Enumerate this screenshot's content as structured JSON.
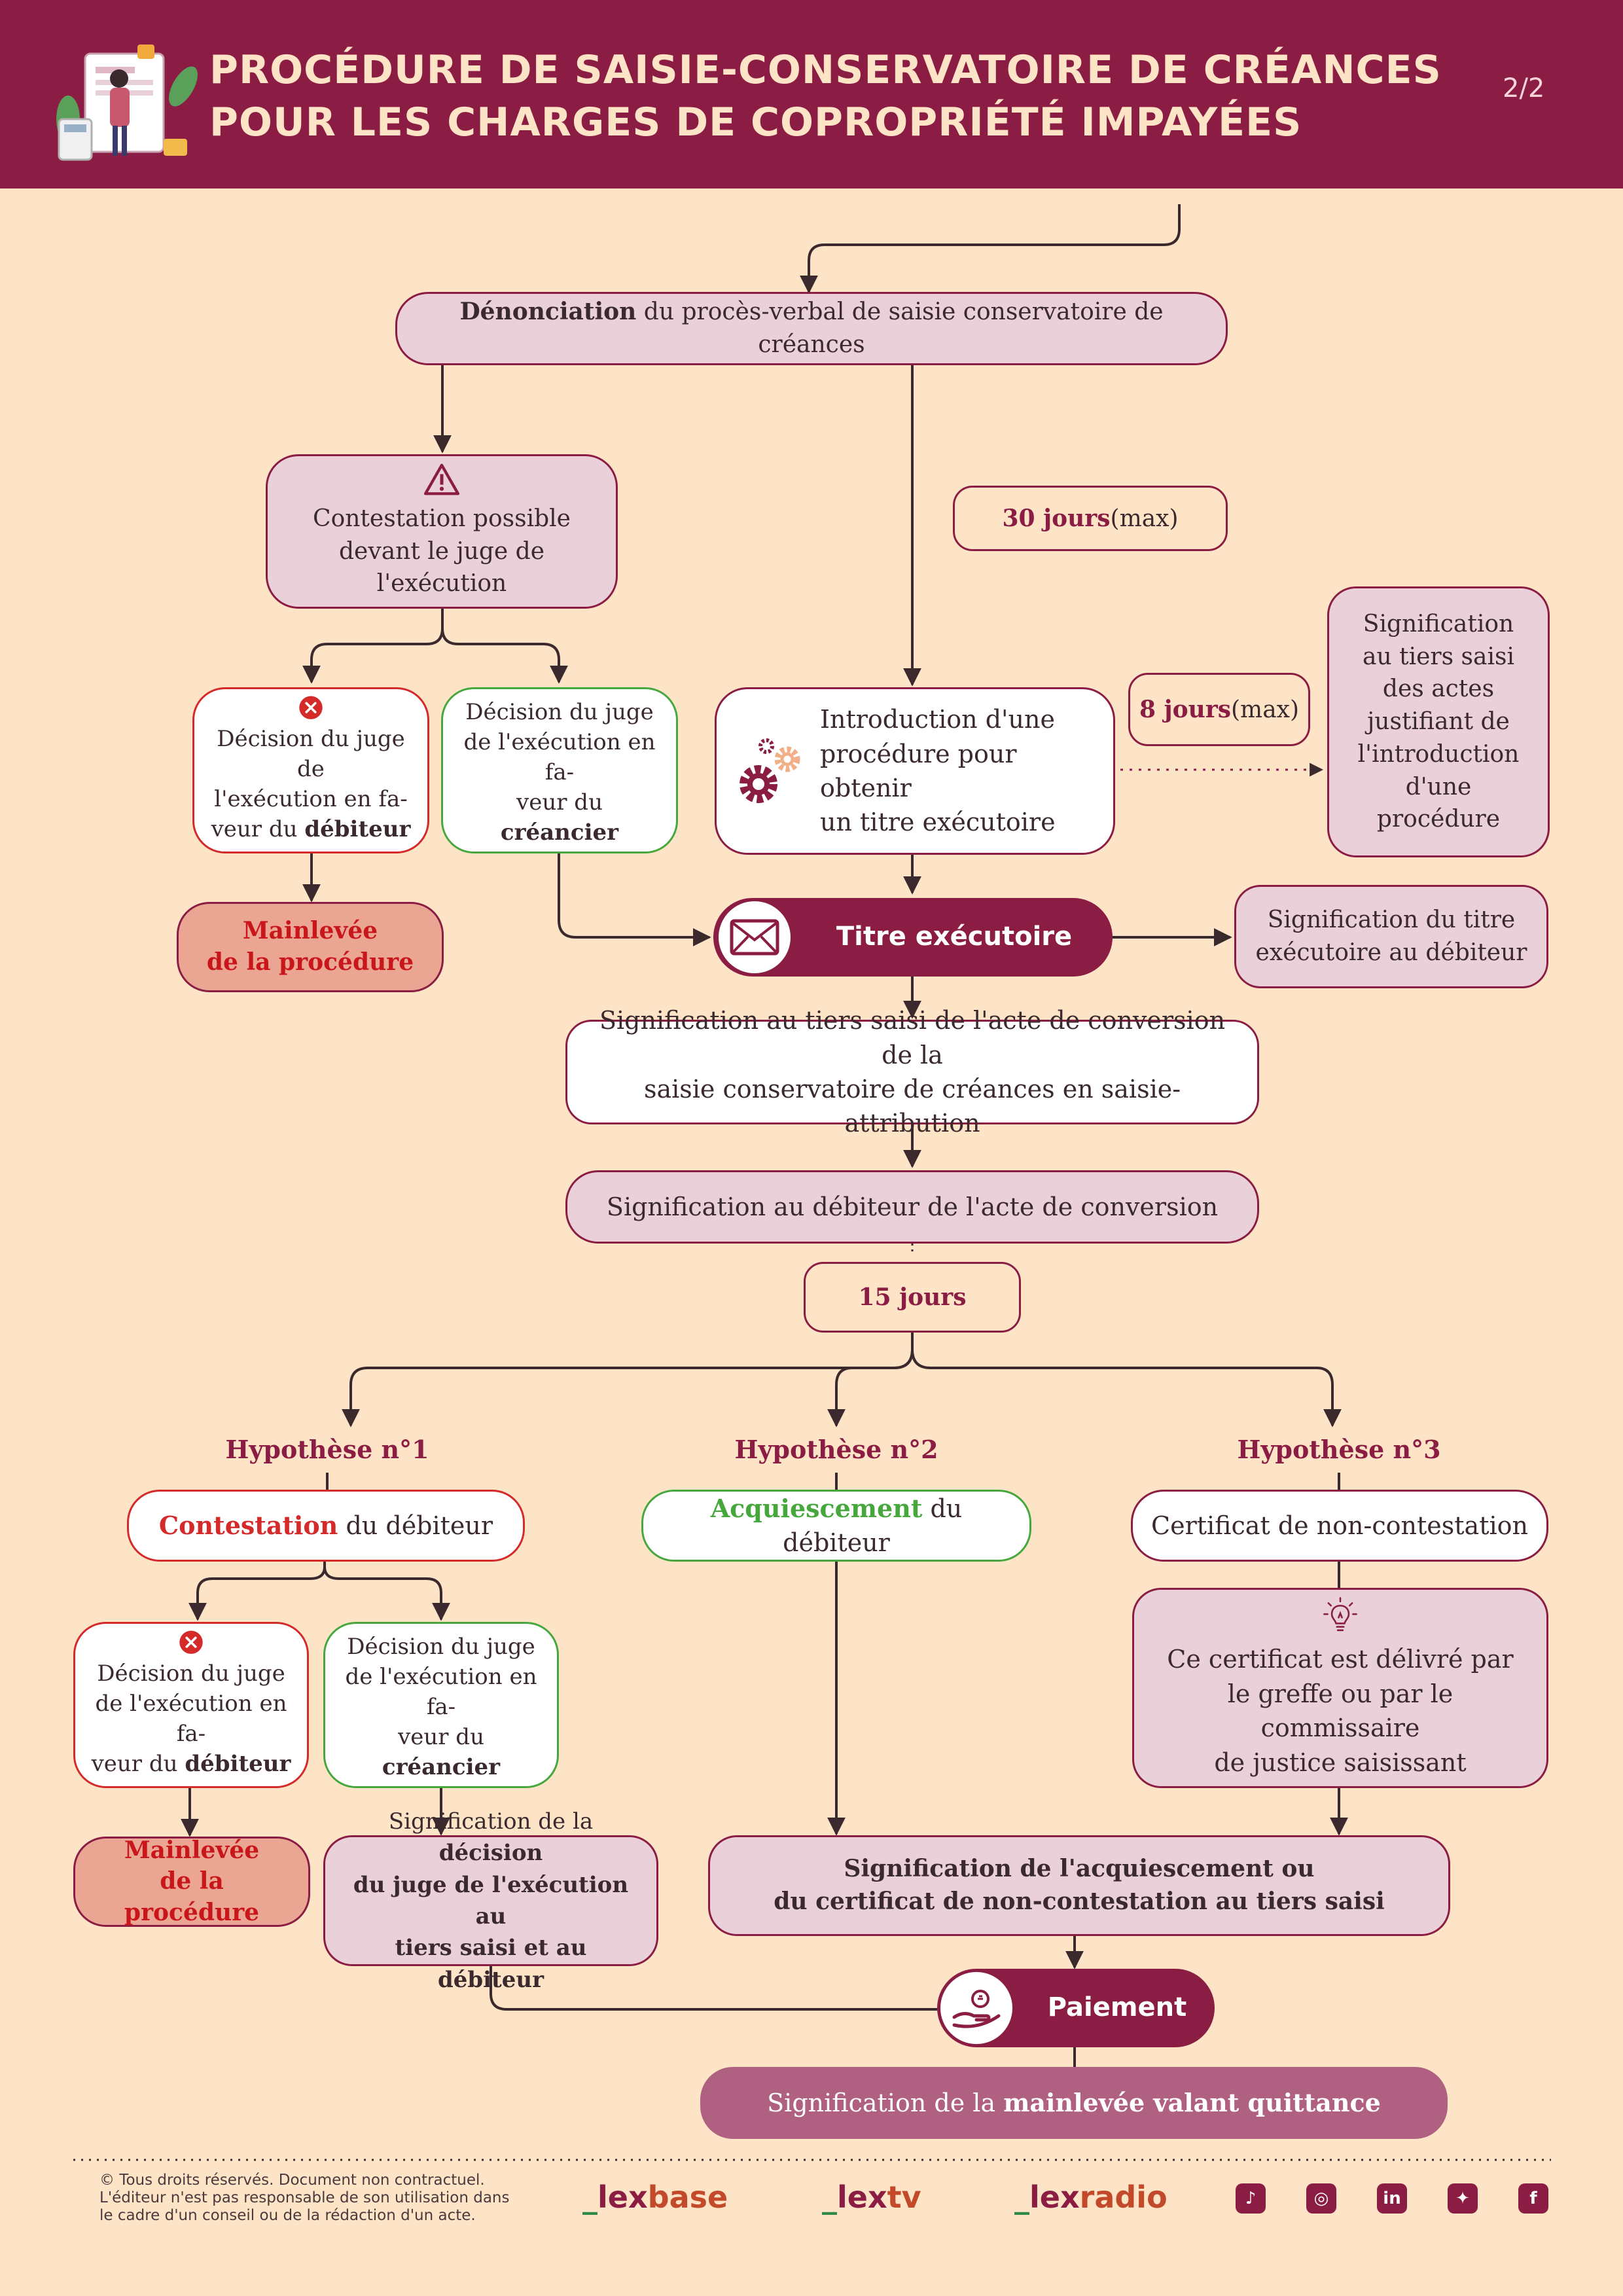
{
  "header": {
    "title_line1": "PROCÉDURE DE SAISIE-CONSERVATOIRE DE CRÉANCES",
    "title_line2": "POUR LES CHARGES DE COPROPRIÉTÉ IMPAYÉES",
    "page": "2/2"
  },
  "flow": {
    "denonciation": {
      "bold": "Dénonciation",
      "rest": " du procès-verbal de saisie conservatoire de créances"
    },
    "contestation": {
      "line1": "Contestation possible",
      "line2": "devant le juge de l'exécution"
    },
    "decision_debiteur_top": {
      "line1": "Décision du juge de",
      "line2": "l'exécution en fa-",
      "line3": "veur du ",
      "bold": "débiteur"
    },
    "decision_creancier_top": {
      "line1": "Décision du juge",
      "line2": "de l'exécution en fa-",
      "line3": "veur du ",
      "bold": "créancier"
    },
    "mainlevee_top": {
      "line1": "Mainlevée",
      "line2": "de la procédure"
    },
    "days_30": {
      "bold": "30 jours",
      "rest": " (max)"
    },
    "days_8": {
      "bold": "8 jours",
      "rest": " (max)"
    },
    "introduction": {
      "line1": "Introduction d'une",
      "line2": "procédure pour obtenir",
      "line3": "un titre exécutoire"
    },
    "signif_tiers_actes": {
      "line1": "Signification",
      "line2": "au tiers saisi",
      "line3": "des actes",
      "line4": "justifiant de",
      "line5": "l'introduction",
      "line6": "d'une",
      "line7": "procédure"
    },
    "titre_executoire": "Titre exécutoire",
    "signif_titre": {
      "line1": "Signification du titre",
      "line2": "exécutoire au débiteur"
    },
    "signif_conversion_tiers": {
      "line1": "Signification au tiers saisi de l'acte de conversion de la",
      "line2": "saisie conservatoire de créances en saisie-attribution"
    },
    "signif_conversion_debiteur": "Signification au débiteur de l'acte de conversion",
    "days_15": "15 jours",
    "hyp1": "Hypothèse n°1",
    "hyp2": "Hypothèse n°2",
    "hyp3": "Hypothèse n°3",
    "contestation_debiteur": {
      "colored": "Contestation",
      "rest": " du débiteur"
    },
    "acquiescement_debiteur": {
      "colored": "Acquiescement",
      "rest": " du débiteur"
    },
    "certificat": "Certificat de non-contestation",
    "decision_debiteur_bottom": {
      "line1": "Décision du juge",
      "line2": "de l'exécution en fa-",
      "line3": "veur du ",
      "bold": "débiteur"
    },
    "decision_creancier_bottom": {
      "line1": "Décision du juge",
      "line2": "de l'exécution en fa-",
      "line3": "veur du ",
      "bold": "créancier"
    },
    "certificat_info": {
      "line1": "Ce certificat est délivré par",
      "line2": "le greffe ou par le commissaire",
      "line3": "de justice saisissant"
    },
    "mainlevee_bottom": {
      "line1": "Mainlevée",
      "line2": "de la procédure"
    },
    "signif_decision": {
      "line1_plain": "Signification de la ",
      "line1_bold": "décision",
      "line2": "du juge de l'exécution au",
      "line3": "tiers saisi et au débiteur"
    },
    "signif_acquiescement": {
      "line1": "Signification de l'acquiescement ou",
      "line2": "du certificat de non-contestation au tiers saisi"
    },
    "paiement": "Paiement",
    "mainlevee_quittance": {
      "plain": "Signification de la ",
      "bold": "mainlevée valant quittance"
    }
  },
  "footer": {
    "legal_line1": "© Tous droits réservés. Document non contractuel.",
    "legal_line2": "L'éditeur n'est pas responsable de son utilisation dans",
    "legal_line3": "le cadre d'un conseil ou de la rédaction d'un acte.",
    "brands": [
      {
        "lex": "lex",
        "suffix": "base"
      },
      {
        "lex": "lex",
        "suffix": "tv"
      },
      {
        "lex": "lex",
        "suffix": "radio"
      }
    ],
    "social": [
      {
        "name": "tiktok-icon",
        "glyph": "♪"
      },
      {
        "name": "instagram-icon",
        "glyph": "◎"
      },
      {
        "name": "linkedin-icon",
        "glyph": "in"
      },
      {
        "name": "twitter-icon",
        "glyph": "✦"
      },
      {
        "name": "facebook-icon",
        "glyph": "f"
      }
    ]
  },
  "colors": {
    "brand": "#8b1c43",
    "background": "#fde4c7",
    "pink_box": "#ead0d8",
    "red": "#d42a2a",
    "green": "#46a83c",
    "salmon": "#eba693",
    "mauve": "#b06080"
  }
}
